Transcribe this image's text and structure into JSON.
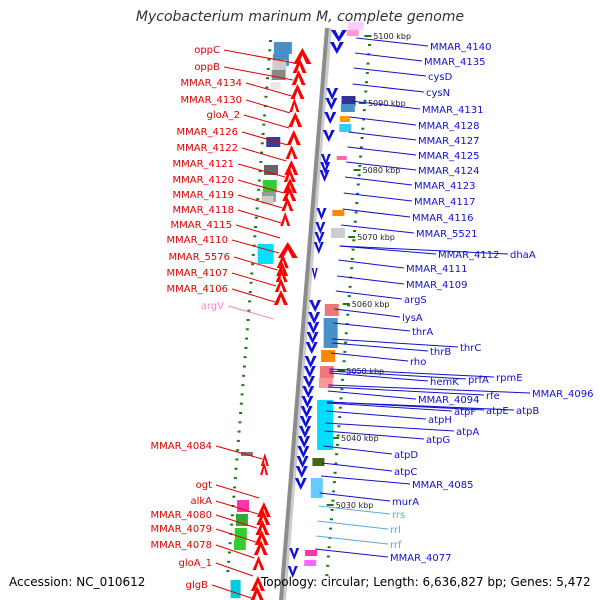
{
  "title": "Mycobacterium marinum M, complete genome",
  "footer": {
    "accession": "Accession: NC_010612",
    "summary": "Topology: circular; Length: 6,636,827 bp; Genes: 5,472"
  },
  "colors": {
    "left_label": "#e00000",
    "right_label": "#1010cc",
    "rna_label": "#5aa8e0",
    "trna_label": "#ee88cc",
    "genome_line": "#999999",
    "tick": "#1a7a1a"
  },
  "kbp_marks": [
    "5100 kbp",
    "5090 kbp",
    "5080 kbp",
    "5070 kbp",
    "5060 kbp",
    "5050 kbp",
    "5040 kbp",
    "5030 kbp"
  ],
  "left_labels": [
    {
      "text": "oppC",
      "type": "cds"
    },
    {
      "text": "oppB",
      "type": "cds"
    },
    {
      "text": "MMAR_4134",
      "type": "cds"
    },
    {
      "text": "MMAR_4130",
      "type": "cds"
    },
    {
      "text": "gloA_2",
      "type": "cds"
    },
    {
      "text": "MMAR_4126",
      "type": "cds"
    },
    {
      "text": "MMAR_4122",
      "type": "cds"
    },
    {
      "text": "MMAR_4121",
      "type": "cds"
    },
    {
      "text": "MMAR_4120",
      "type": "cds"
    },
    {
      "text": "MMAR_4119",
      "type": "cds"
    },
    {
      "text": "MMAR_4118",
      "type": "cds"
    },
    {
      "text": "MMAR_4115",
      "type": "cds"
    },
    {
      "text": "MMAR_4110",
      "type": "cds"
    },
    {
      "text": "MMAR_5576",
      "type": "cds"
    },
    {
      "text": "MMAR_4107",
      "type": "cds"
    },
    {
      "text": "MMAR_4106",
      "type": "cds"
    },
    {
      "text": "argV",
      "type": "trna"
    },
    {
      "text": "MMAR_4084",
      "type": "cds"
    },
    {
      "text": "ogt",
      "type": "cds"
    },
    {
      "text": "alkA",
      "type": "cds"
    },
    {
      "text": "MMAR_4080",
      "type": "cds"
    },
    {
      "text": "MMAR_4079",
      "type": "cds"
    },
    {
      "text": "MMAR_4078",
      "type": "cds"
    },
    {
      "text": "gloA_1",
      "type": "cds"
    },
    {
      "text": "glgB",
      "type": "cds"
    }
  ],
  "right_labels": [
    {
      "text": "MMAR_4140",
      "type": "cds"
    },
    {
      "text": "MMAR_4135",
      "type": "cds"
    },
    {
      "text": "cysD",
      "type": "cds"
    },
    {
      "text": "cysN",
      "type": "cds"
    },
    {
      "text": "MMAR_4131",
      "type": "cds"
    },
    {
      "text": "MMAR_4128",
      "type": "cds"
    },
    {
      "text": "MMAR_4127",
      "type": "cds"
    },
    {
      "text": "MMAR_4125",
      "type": "cds"
    },
    {
      "text": "MMAR_4124",
      "type": "cds"
    },
    {
      "text": "MMAR_4123",
      "type": "cds"
    },
    {
      "text": "MMAR_4117",
      "type": "cds"
    },
    {
      "text": "MMAR_4116",
      "type": "cds"
    },
    {
      "text": "MMAR_5521",
      "type": "cds"
    },
    {
      "text": "MMAR_4112",
      "type": "cds"
    },
    {
      "text": "dhaA",
      "type": "cds"
    },
    {
      "text": "MMAR_4111",
      "type": "cds"
    },
    {
      "text": "MMAR_4109",
      "type": "cds"
    },
    {
      "text": "argS",
      "type": "cds"
    },
    {
      "text": "lysA",
      "type": "cds"
    },
    {
      "text": "thrA",
      "type": "cds"
    },
    {
      "text": "thrC",
      "type": "cds"
    },
    {
      "text": "thrB",
      "type": "cds"
    },
    {
      "text": "rho",
      "type": "cds"
    },
    {
      "text": "rpmE",
      "type": "cds"
    },
    {
      "text": "prfA",
      "type": "cds"
    },
    {
      "text": "hemK",
      "type": "cds"
    },
    {
      "text": "MMAR_4096",
      "type": "cds"
    },
    {
      "text": "rfe",
      "type": "cds"
    },
    {
      "text": "MMAR_4094",
      "type": "cds"
    },
    {
      "text": "atpB",
      "type": "cds"
    },
    {
      "text": "atpE",
      "type": "cds"
    },
    {
      "text": "atpF",
      "type": "cds"
    },
    {
      "text": "atpH",
      "type": "cds"
    },
    {
      "text": "atpA",
      "type": "cds"
    },
    {
      "text": "atpG",
      "type": "cds"
    },
    {
      "text": "atpD",
      "type": "cds"
    },
    {
      "text": "atpC",
      "type": "cds"
    },
    {
      "text": "MMAR_4085",
      "type": "cds"
    },
    {
      "text": "murA",
      "type": "cds"
    },
    {
      "text": "rrs",
      "type": "rrna"
    },
    {
      "text": "rrl",
      "type": "rrna"
    },
    {
      "text": "rrf",
      "type": "rrna"
    },
    {
      "text": "MMAR_4077",
      "type": "cds"
    }
  ]
}
